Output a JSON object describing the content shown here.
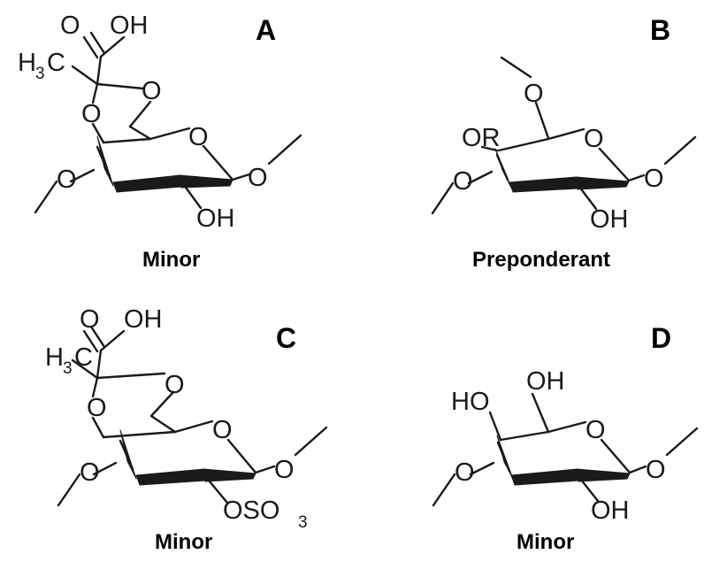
{
  "panels": [
    {
      "id": "A",
      "letter": "A",
      "caption": "Minor",
      "atoms": {
        "carbonyl_o": "O",
        "acid_oh": "OH",
        "methyl": "H",
        "methyl_sub": "3",
        "methyl_c": "C",
        "ketal_o_upper": "O",
        "ketal_o_lower": "O",
        "ring_o": "O",
        "glyc_o_right": "O",
        "glyc_o_left": "O",
        "c2_sub": "OH"
      }
    },
    {
      "id": "B",
      "letter": "B",
      "caption": "Preponderant",
      "atoms": {
        "c6_o": "O",
        "c4_sub": "OR",
        "ring_o": "O",
        "glyc_o_right": "O",
        "glyc_o_left": "O",
        "c2_sub": "OH"
      }
    },
    {
      "id": "C",
      "letter": "C",
      "caption": "Minor",
      "atoms": {
        "carbonyl_o": "O",
        "acid_oh": "OH",
        "methyl": "H",
        "methyl_sub": "3",
        "methyl_c": "C",
        "ketal_o_upper": "O",
        "ketal_o_lower": "O",
        "ring_o": "O",
        "glyc_o_right": "O",
        "glyc_o_left": "O",
        "c2_sub_o": "OSO",
        "c2_sub_sub": "3"
      }
    },
    {
      "id": "D",
      "letter": "D",
      "caption": "Minor",
      "atoms": {
        "c6_oh": "OH",
        "c4_oh": "HO",
        "ring_o": "O",
        "glyc_o_right": "O",
        "glyc_o_left": "O",
        "c2_sub": "OH"
      }
    }
  ]
}
